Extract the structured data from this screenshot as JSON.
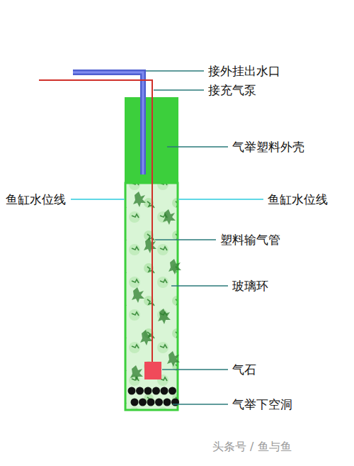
{
  "diagram": {
    "labels": [
      "接外挂出水口",
      "接充气泵",
      "气举塑料外壳",
      "鱼缸水位线",
      "鱼缸水位线",
      "塑料输气管",
      "玻璃环",
      "气石",
      "气举下空洞",
      "头条号 / 鱼与鱼"
    ]
  }
}
